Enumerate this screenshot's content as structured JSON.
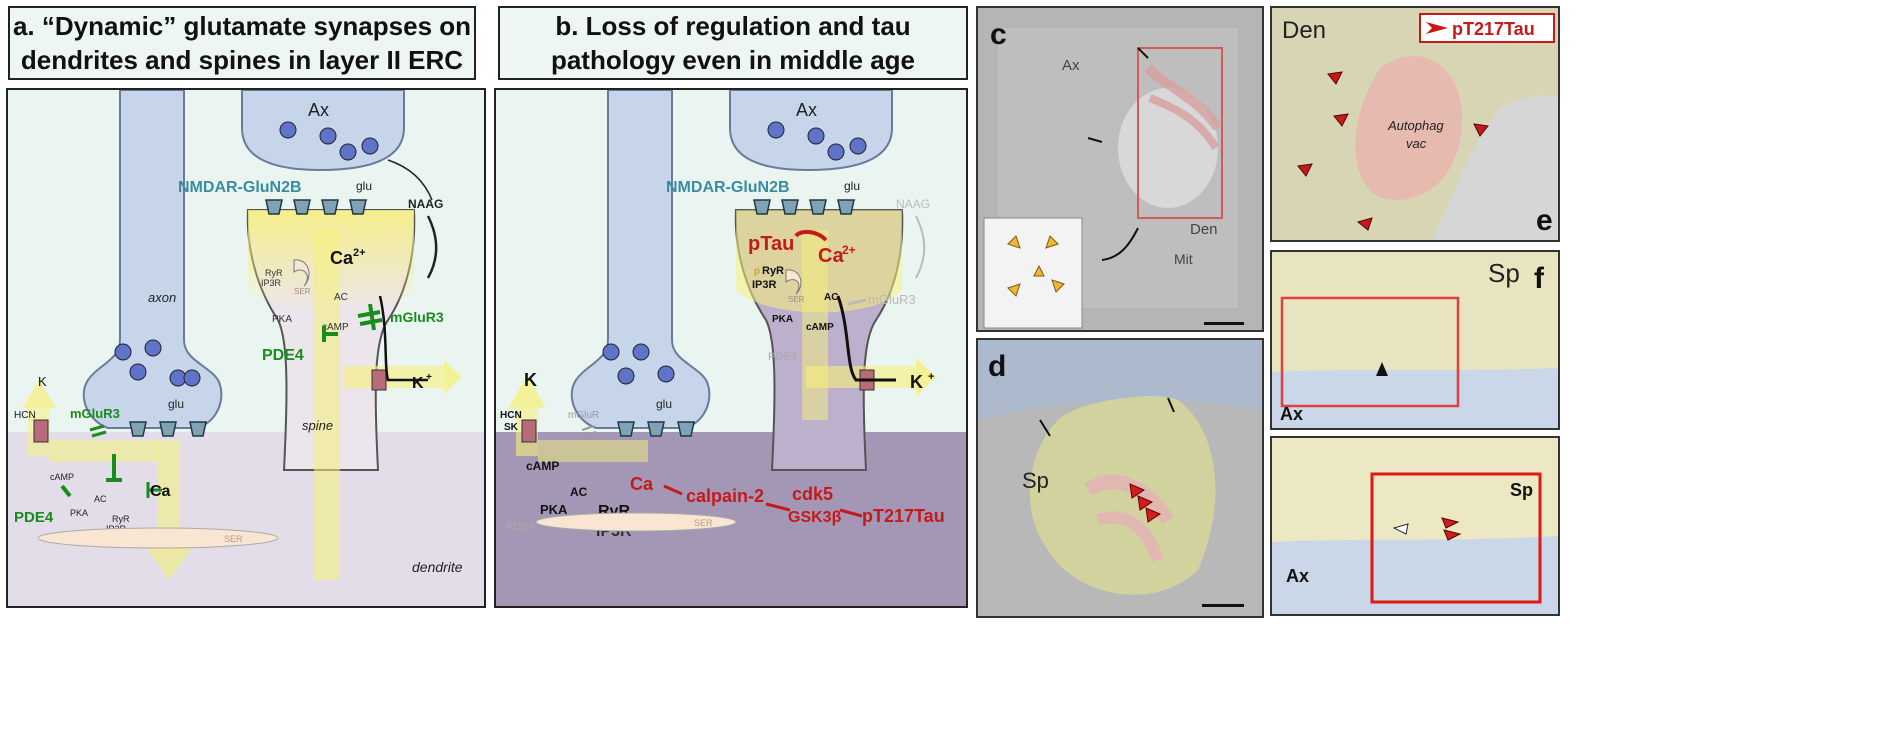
{
  "panels": {
    "a": {
      "title_line1": "a. “Dynamic” glutamate synapses on",
      "title_line2": "dendrites and spines in layer II ERC",
      "ax": "Ax",
      "nmdar": "NMDAR-GluN2B",
      "glu_top": "glu",
      "naag": "NAAG",
      "ca": "Ca",
      "ca_sup": "2+",
      "ryr": "RyR",
      "ip3r": "IP3R",
      "ser": "SER",
      "ac": "AC",
      "pka": "PKA",
      "camp": "cAMP",
      "mglur3": "mGluR3",
      "pde4": "PDE4",
      "k": "K",
      "k_sup": "+",
      "axon": "axon",
      "spine": "spine",
      "glu_bottom": "glu",
      "hcn": "HCN",
      "k_left": "K",
      "mglur3_left": "mGluR3",
      "camp_left": "cAMP",
      "ac_left": "AC",
      "ca_left": "Ca",
      "pka_left": "PKA",
      "ryr_left": "RyR",
      "ip3r_left": "IP3R",
      "pde4_left": "PDE4",
      "ser_left": "SER",
      "dendrite": "dendrite"
    },
    "b": {
      "title_line1": "b. Loss of regulation and tau",
      "title_line2": "pathology even in middle age",
      "ax": "Ax",
      "nmdar": "NMDAR-GluN2B",
      "glu_top": "glu",
      "naag": "NAAG",
      "ptau": "pTau",
      "ca": "Ca",
      "ca_sup": "2+",
      "p": "p",
      "ryr": "RyR",
      "ip3r": "IP3R",
      "ser": "SER",
      "ac": "AC",
      "mglur3": "mGluR3",
      "pka": "PKA",
      "camp": "cAMP",
      "pde4": "PDE4",
      "k": "K",
      "k_sup": "+",
      "k_left": "K",
      "hcn": "HCN",
      "sk": "SK",
      "mglur": "mGluR",
      "glu_bottom": "glu",
      "camp_left": "cAMP",
      "ac_left": "AC",
      "ca_left": "Ca",
      "pde4_left": "PDE4",
      "pka_left": "PKA",
      "ryr_left": "RyR",
      "ip3r_left": "IP3R",
      "ser_left": "SER",
      "calpain": "calpain-2",
      "cdk5": "cdk5",
      "gsk": "GSK3β",
      "pt217": "pT217Tau"
    },
    "c": {
      "label": "c",
      "ax": "Ax",
      "den": "Den",
      "mit": "Mit"
    },
    "d": {
      "label": "d",
      "sp": "Sp"
    },
    "e": {
      "label": "e",
      "den": "Den",
      "legend": "pT217Tau",
      "autophag1": "Autophag",
      "autophag2": "vac"
    },
    "f": {
      "label": "f",
      "sp_top": "Sp",
      "ax_top": "Ax",
      "sp_bottom": "Sp",
      "ax_bottom": "Ax"
    }
  },
  "colors": {
    "extracellular": "#eaf5f2",
    "dendrite_a": "#e2dde8",
    "dendrite_b": "#a497b6",
    "spine_a": "#ece6ec",
    "presyn": "#c7d5ea",
    "vesicle": "#5f73c8",
    "receptor": "#7fa3b4",
    "highlight": "#f6f07a",
    "green": "#1a8c1a",
    "red": "#c41a1a",
    "teal": "#3a8ca0",
    "ser": "#f9e6d2"
  }
}
